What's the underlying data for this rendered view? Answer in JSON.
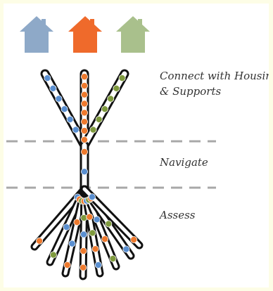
{
  "labels": {
    "connect_line1": "Connect with Housing",
    "connect_line2": "& Supports",
    "navigate": "Navigate",
    "assess": "Assess"
  },
  "houses": [
    {
      "name": "blue-house-icon",
      "color": "#8ea9c8"
    },
    {
      "name": "orange-house-icon",
      "color": "#ef6a2b"
    },
    {
      "name": "green-house-icon",
      "color": "#a9c08c"
    }
  ],
  "dot_colors": {
    "blue": "#5a8fd0",
    "orange": "#ee7a2e",
    "green": "#7f9a3e"
  },
  "dot_sequences": {
    "upper_left": [
      "blue",
      "blue",
      "blue",
      "blue",
      "blue",
      "blue"
    ],
    "upper_center": [
      "orange",
      "orange",
      "orange",
      "orange",
      "orange",
      "orange",
      "orange",
      "orange"
    ],
    "upper_right": [
      "green",
      "green",
      "green",
      "green",
      "green",
      "green"
    ],
    "navigate": [
      "orange",
      "blue"
    ],
    "lower_fan": [
      [
        "blue",
        "orange"
      ],
      [
        "orange",
        "blue",
        "green"
      ],
      [
        "green",
        "orange",
        "blue",
        "orange"
      ],
      [
        "orange",
        "green",
        "blue",
        "orange",
        "orange"
      ],
      [
        "blue",
        "orange",
        "green",
        "orange",
        "blue"
      ],
      [
        "green",
        "blue",
        "orange",
        "green"
      ],
      [
        "orange",
        "green",
        "blue"
      ],
      [
        "blue",
        "orange"
      ]
    ]
  }
}
